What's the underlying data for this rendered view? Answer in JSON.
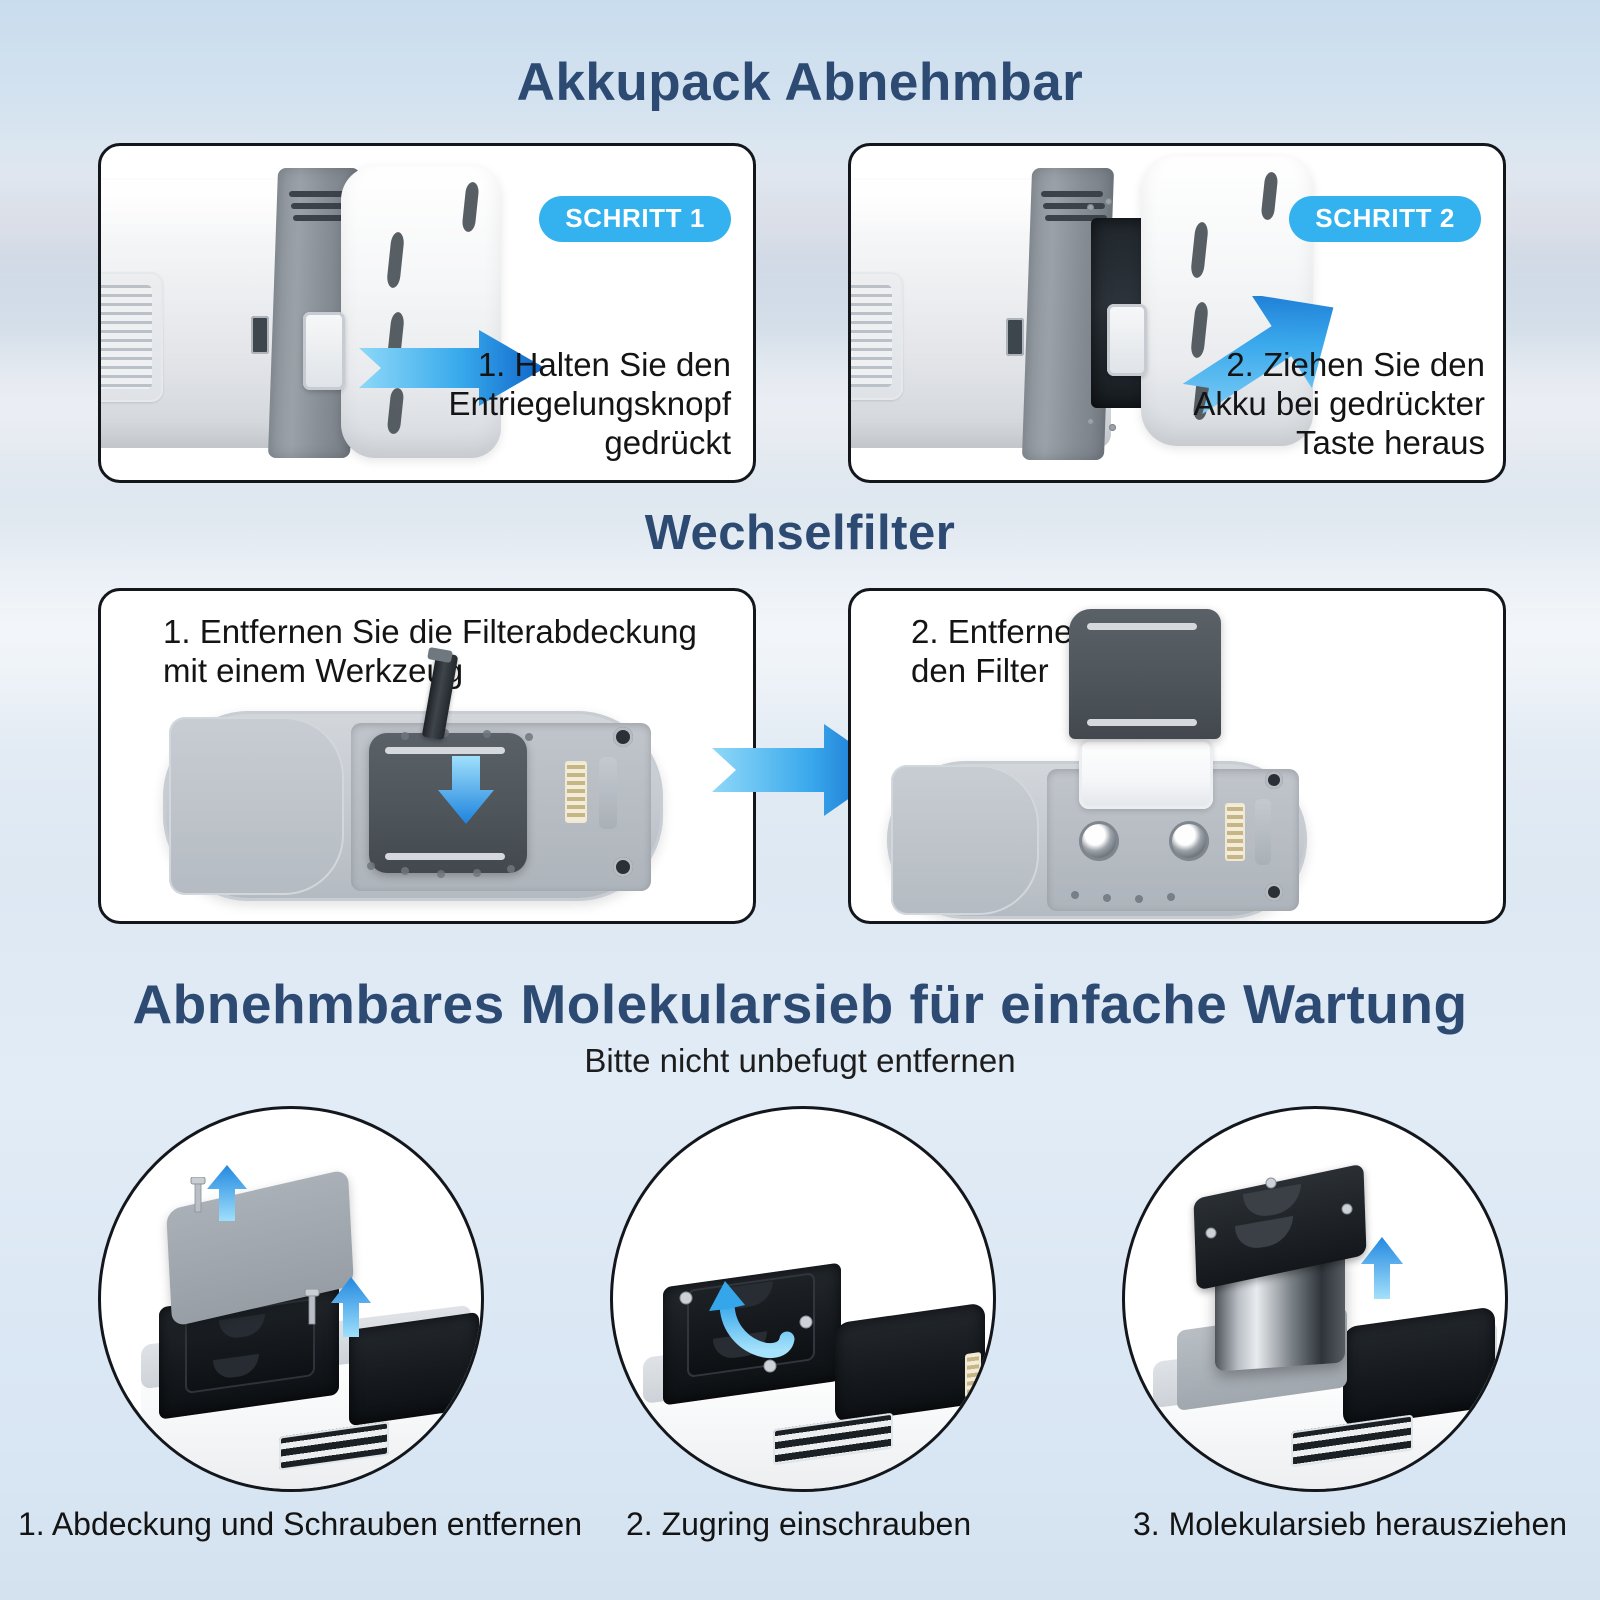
{
  "background": {
    "gradient_from": "#c9dced",
    "gradient_to": "#d4e2f0"
  },
  "accent": {
    "pill_blue": "#34b2ef",
    "heading_navy": "#2d4a73",
    "arrow_light": "#7fd0f7",
    "arrow_dark": "#0f6fd6",
    "body_text": "#141414"
  },
  "sections": [
    {
      "id": "battery",
      "title": "Akkupack Abnehmbar",
      "panels": [
        {
          "badge": "SCHRITT 1",
          "instruction": "1. Halten Sie den\nEntriegelungsknopf\ngedrückt",
          "arrow": "arrow-right-horizontal"
        },
        {
          "badge": "SCHRITT 2",
          "instruction": "2. Ziehen Sie den\nAkku bei gedrückter\nTaste heraus",
          "arrow": "arrow-right-up-diagonal"
        }
      ]
    },
    {
      "id": "filter",
      "title": "Wechselfilter",
      "panels": [
        {
          "instruction": "1. Entfernen Sie die Filterabdeckung\nmit einem Werkzeug",
          "arrow": "arrow-down-short"
        },
        {
          "instruction": "2. Entfernen Sie\nden Filter",
          "arrow": "none"
        }
      ],
      "between_arrow": "arrow-right-large"
    },
    {
      "id": "sieve",
      "title": "Abnehmbares Molekularsieb für einfache Wartung",
      "subtitle": "Bitte nicht unbefugt entfernen",
      "steps": [
        {
          "caption": "1. Abdeckung und Schrauben entfernen",
          "arrow": "arrow-up"
        },
        {
          "caption": "2. Zugring einschrauben",
          "arrow": "arrow-rotate-ccw"
        },
        {
          "caption": "3. Molekularsieb herausziehen",
          "arrow": "arrow-up"
        }
      ]
    }
  ]
}
